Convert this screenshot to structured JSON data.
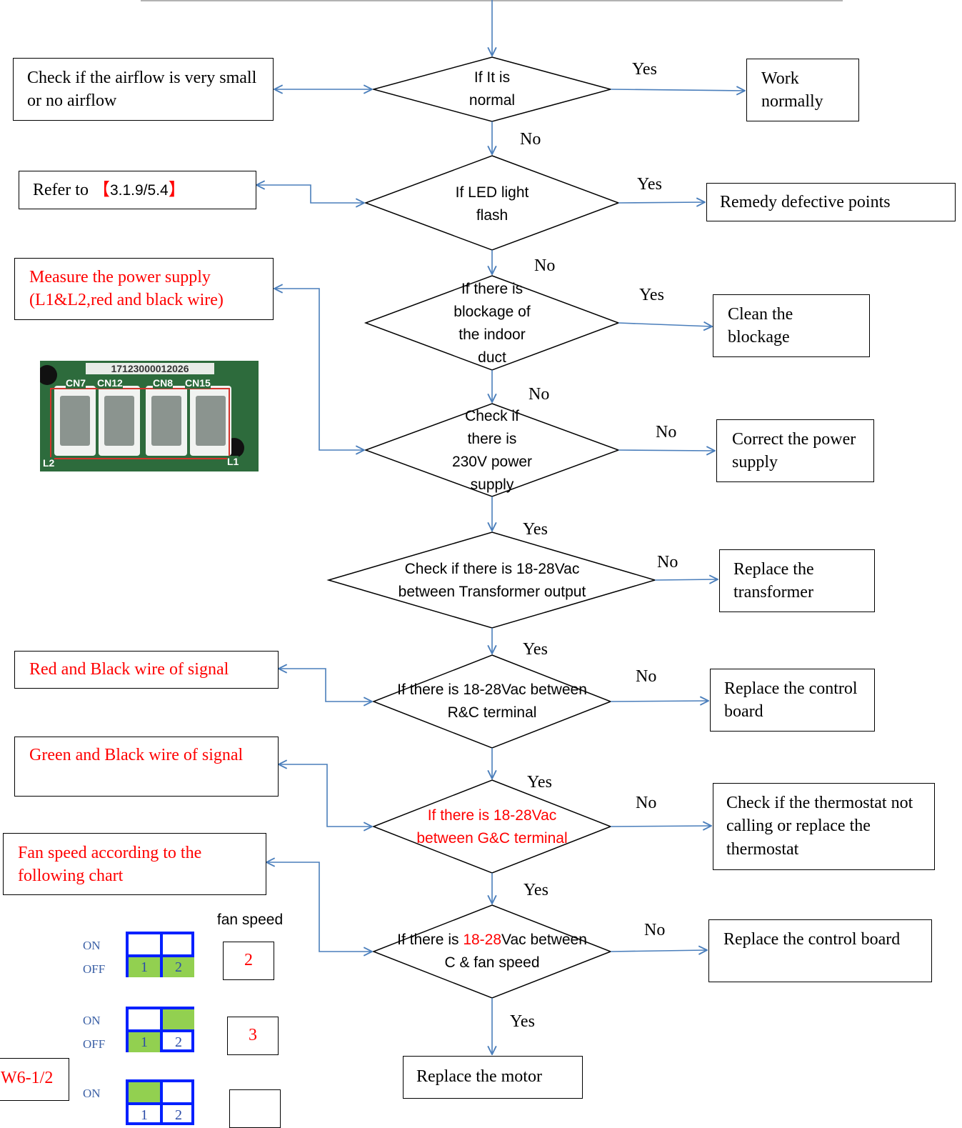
{
  "flowchart": {
    "decisions": {
      "normal": [
        "If It is",
        "normal"
      ],
      "led": [
        "If LED light",
        "flash"
      ],
      "blockage": [
        "If there is",
        "blockage of",
        "the indoor",
        "duct"
      ],
      "power": [
        "Check if",
        "there is",
        "230V power",
        "supply"
      ],
      "transformer": [
        "Check if there is 18-28Vac",
        "between Transformer output"
      ],
      "rc": [
        "If there is 18-28Vac between",
        "R&C terminal"
      ],
      "gc": [
        "If there is 18-28Vac",
        "between G&C terminal"
      ],
      "fan_pre": "If there is ",
      "fan_red": "18-28",
      "fan_post": "Vac between",
      "fan_line2": "C & fan speed"
    },
    "right_boxes": {
      "work_normally": "Work normally",
      "remedy": "Remedy defective points",
      "clean": "Clean the blockage",
      "correct_power": "Correct the power supply",
      "replace_transformer": "Replace the transformer",
      "replace_board": "Replace the control board",
      "check_thermostat": "Check if the thermostat not calling or replace the thermostat",
      "replace_board2": "Replace the control board"
    },
    "left_boxes": {
      "airflow": "Check if the airflow is very small or no airflow",
      "refer_prefix": "Refer to",
      "refer_open": "【",
      "refer_num": "3.1.9/5.4",
      "refer_close": "】",
      "measure": "Measure the power supply (L1&L2,red and black wire)",
      "red_black": "Red and Black wire of signal",
      "green_black": "Green and Black wire of signal",
      "fan_chart": "Fan speed according to the following chart",
      "sw_label": "W6-1/2"
    },
    "bottom": {
      "replace_motor": "Replace the motor"
    },
    "labels": {
      "yes": "Yes",
      "no": "No"
    }
  },
  "pcb_photo": {
    "code": "17123000012026",
    "connectors": [
      "CN7",
      "CN12",
      "CN8",
      "CN15"
    ],
    "corner_left": "L2",
    "corner_right": "L1"
  },
  "fan_chart": {
    "title": "fan speed",
    "on_label": "ON",
    "off_label": "OFF",
    "switch_numbers": [
      "1",
      "2"
    ],
    "rows": [
      {
        "on": [
          false,
          false
        ],
        "off": [
          true,
          true
        ],
        "speed": "2"
      },
      {
        "on": [
          false,
          true
        ],
        "off": [
          true,
          false
        ],
        "speed": "3"
      },
      {
        "on": [
          true,
          false
        ],
        "off": [
          false,
          false
        ],
        "speed": ""
      }
    ]
  },
  "colors": {
    "arrow": "#4a7ebb",
    "red_text": "#ff0000",
    "dip_border": "#0020ff",
    "dip_on": "#92d050"
  }
}
